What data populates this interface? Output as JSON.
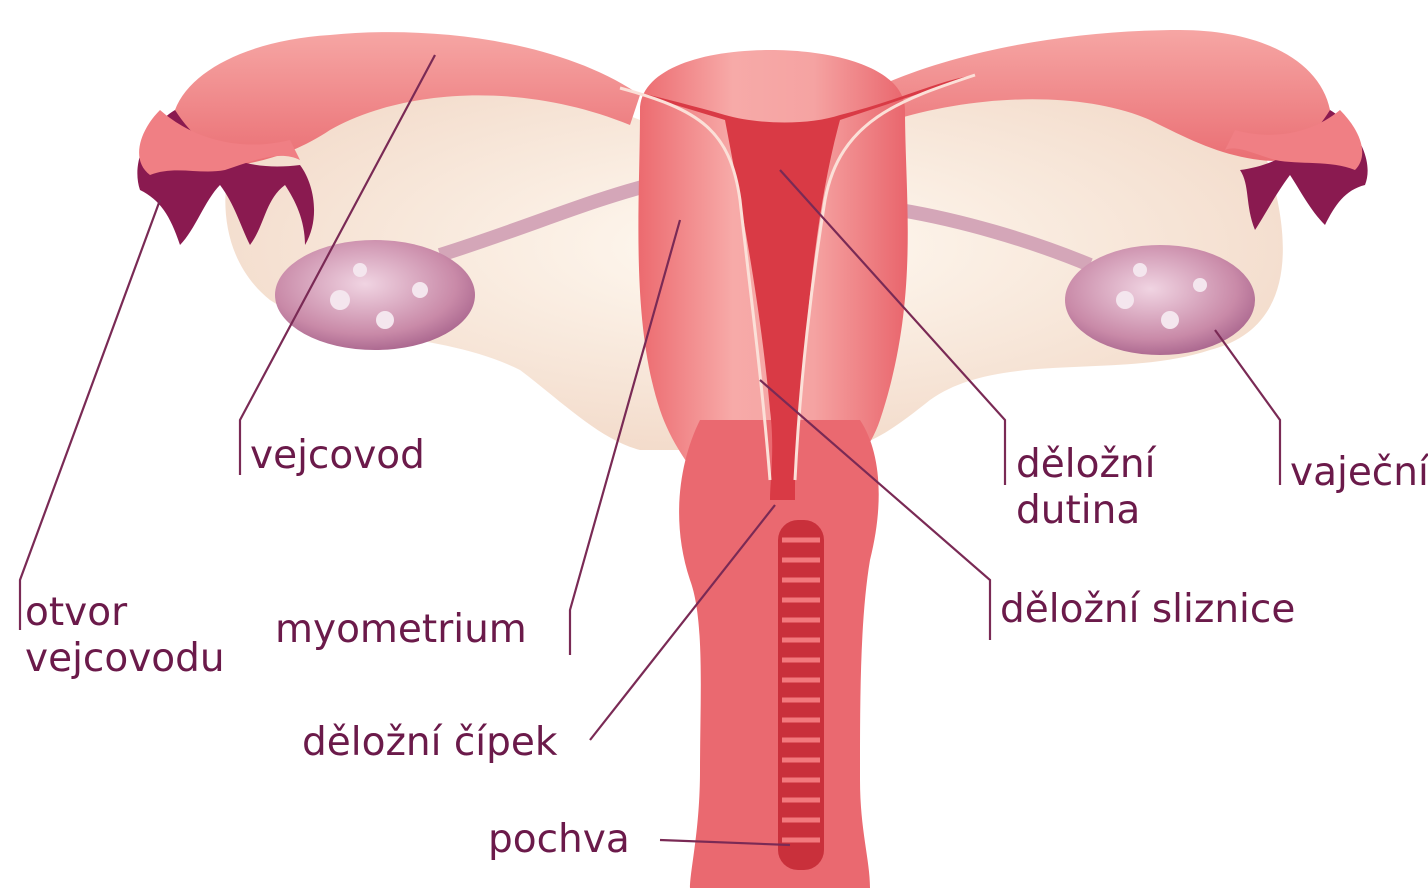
{
  "labels": {
    "vejcovod": "vejcovod",
    "otvor_vejcovodu": [
      "otvor",
      "vejcovodu"
    ],
    "myometrium": "myometrium",
    "delozni_cipek": "děložní čípek",
    "pochva": "pochva",
    "delozni_dutina": [
      "děložní",
      "dutina"
    ],
    "delozni_sliznice": "děložní sliznice",
    "vajecnik": "vaječník"
  },
  "colors": {
    "label_text": "#6b1a4a",
    "leader_line": "#7a2a55",
    "uterus_wall": "#f07a7a",
    "uterus_highlight": "#f7b3b0",
    "cavity": "#d93a45",
    "ligament": "#f6e6d8",
    "ovary": "#c98aa8",
    "fimbriae": "#8a1a50"
  }
}
